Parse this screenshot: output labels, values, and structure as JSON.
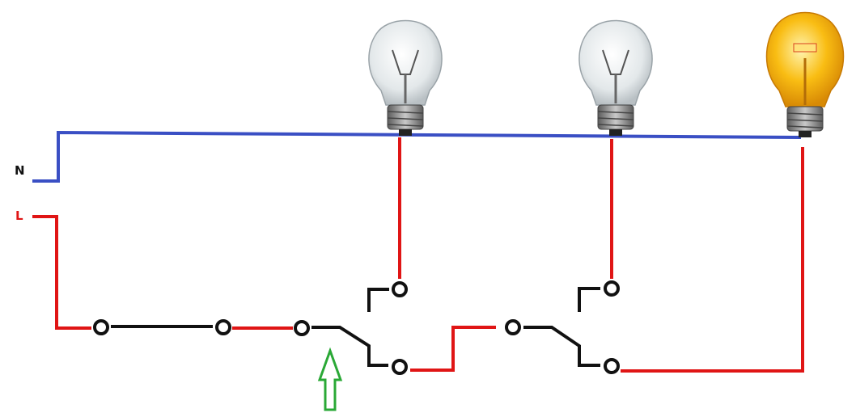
{
  "labels": {
    "neutral": "N",
    "live": "L"
  },
  "colors": {
    "neutral_wire": "#3a4fc4",
    "live_wire": "#e01515",
    "switch_wire": "#111111",
    "arrow": "#2aa836",
    "bulb_off_glass": "#e9eef0",
    "bulb_on_glass": "#f7b00c",
    "bulb_base": "#7d7d7d"
  },
  "bulbs": [
    {
      "id": "bulb-1",
      "state": "off"
    },
    {
      "id": "bulb-2",
      "state": "off"
    },
    {
      "id": "bulb-3",
      "state": "on"
    }
  ],
  "switches": [
    {
      "id": "switch-1",
      "type": "single-pole",
      "position": "closed"
    },
    {
      "id": "switch-2",
      "type": "two-way",
      "position": "lower"
    },
    {
      "id": "switch-3",
      "type": "two-way",
      "position": "lower"
    }
  ],
  "indicator": {
    "icon": "up-arrow-icon",
    "target": "switch-2"
  }
}
